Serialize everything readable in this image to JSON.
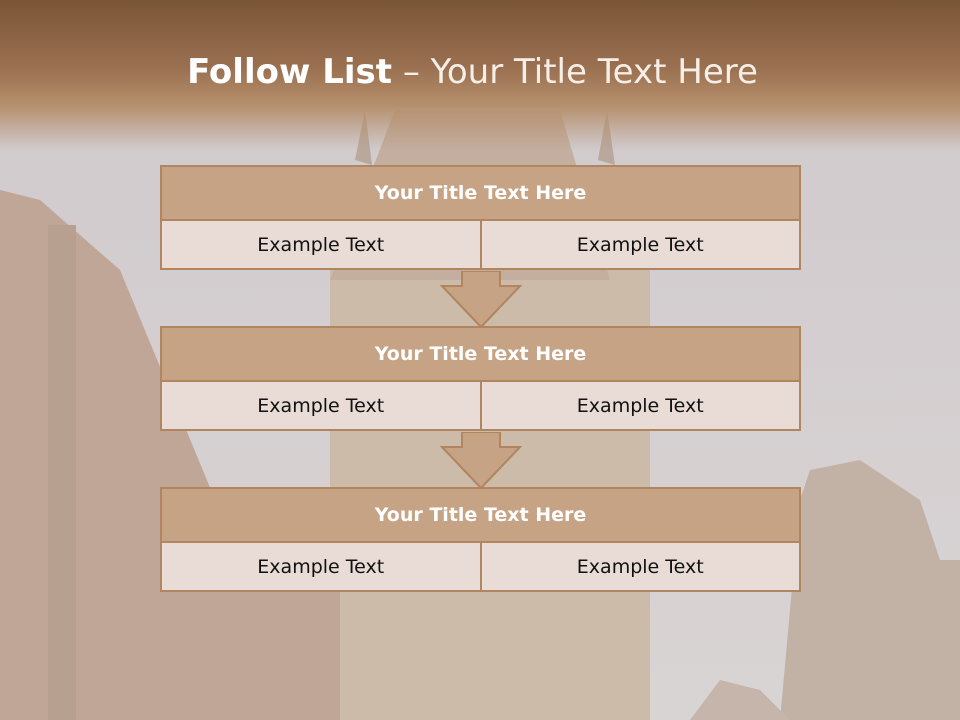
{
  "slide": {
    "title_bold": "Follow List",
    "title_rest": "  – Your Title Text Here"
  },
  "steps": [
    {
      "title": "Your Title Text Here",
      "left": "Example Text",
      "right": "Example Text"
    },
    {
      "title": "Your Title Text Here",
      "left": "Example Text",
      "right": "Example Text"
    },
    {
      "title": "Your Title Text Here",
      "left": "Example Text",
      "right": "Example Text"
    }
  ],
  "colors": {
    "header_fill": "#c7a385",
    "border": "#b0855f",
    "cell_fill": "#e9dcd6",
    "title_bar": "#8a6040"
  }
}
